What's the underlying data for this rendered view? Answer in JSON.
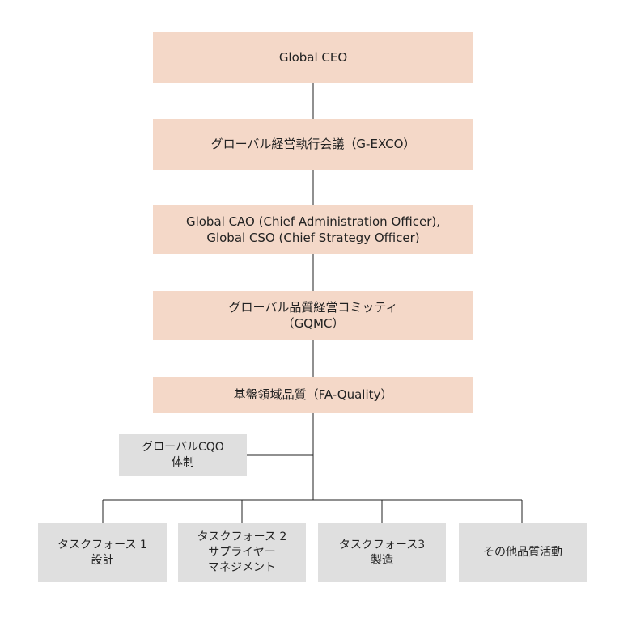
{
  "colors": {
    "primary_box": "#f4d8c8",
    "secondary_box": "#dfdfdf",
    "connector": "#222222"
  },
  "chain": [
    {
      "lines": [
        "Global CEO"
      ]
    },
    {
      "lines": [
        "グローバル経営執行会議（G-EXCO）"
      ]
    },
    {
      "lines": [
        "Global CAO (Chief Administration Officer),",
        "Global CSO (Chief Strategy Officer)"
      ]
    },
    {
      "lines": [
        "グローバル品質経営コミッティ",
        "（GQMC）"
      ]
    },
    {
      "lines": [
        "基盤領域品質（FA-Quality）"
      ]
    }
  ],
  "side_box": {
    "lines": [
      "グローバルCQO",
      "体制"
    ]
  },
  "task_forces": [
    {
      "lines": [
        "タスクフォース 1",
        "設計"
      ]
    },
    {
      "lines": [
        "タスクフォース 2",
        "サプライヤー",
        "マネジメント"
      ]
    },
    {
      "lines": [
        "タスクフォース3",
        "製造"
      ]
    },
    {
      "lines": [
        "その他品質活動"
      ]
    }
  ]
}
